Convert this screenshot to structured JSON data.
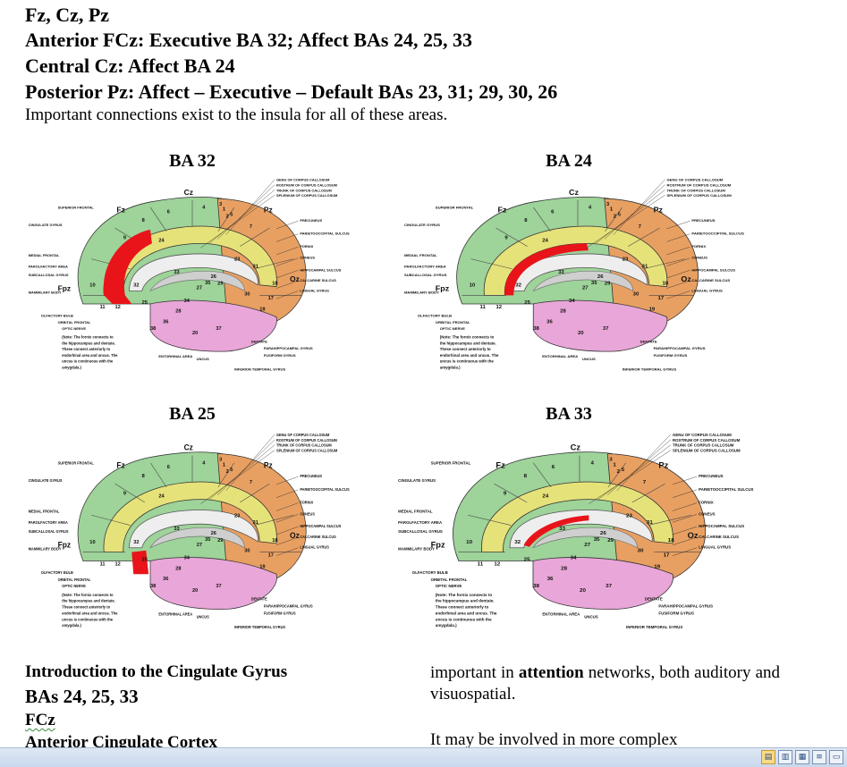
{
  "header": {
    "line1": "Fz, Cz, Pz",
    "line2": "Anterior FCz: Executive BA 32; Affect BAs 24, 25, 33",
    "line3": "Central Cz: Affect BA 24",
    "line4": "Posterior Pz: Affect – Executive – Default  BAs 23, 31; 29, 30, 26",
    "note": "Important connections exist to the insula for all of these areas."
  },
  "figures": [
    {
      "title": "BA 32",
      "highlight": "BA 32"
    },
    {
      "title": "BA 24",
      "highlight": "BA 24"
    },
    {
      "title": "BA 25",
      "highlight": "BA 25"
    },
    {
      "title": "BA 33",
      "highlight": "BA 33"
    }
  ],
  "diagram_labels": {
    "top_right": [
      "GENU OF CORPUS CALLOSUM",
      "ROSTRUM OF CORPUS CALLOSUM",
      "TRUNK OF CORPUS CALLOSUM",
      "SPLENIUM OF CORPUS CALLOSUM"
    ],
    "right": [
      "PRECUNEUS",
      "PARIETOOCCIPITAL SULCUS",
      "FORNIX",
      "CUNEUS",
      "HIPPOCAMPAL SULCUS",
      "CALCARINE SULCUS",
      "LINGUAL GYRUS"
    ],
    "left": [
      "SUPERIOR FRONTAL",
      "CINGULATE GYRUS",
      "MEDIAL FRONTAL",
      "PAROLFACTORY AREA",
      "SUBCALLOSAL GYRUS",
      "MAMMILARY BODY",
      "OLFACTORY BULB",
      "ORBITAL FRONTAL",
      "OPTIC NERVE"
    ],
    "bottom": [
      "ENTORHINAL AREA",
      "UNCUS",
      "DENTATE",
      "PARAHIPPOCAMPAL GYRUS",
      "FUSIFORM GYRUS",
      "INFERIOR TEMPORAL GYRUS"
    ],
    "electrodes": [
      "Fz",
      "Cz",
      "Pz",
      "Fpz",
      "Oz"
    ],
    "numbers": [
      "1",
      "2",
      "3",
      "4",
      "5",
      "6",
      "7",
      "8",
      "9",
      "10",
      "11",
      "12",
      "17",
      "18",
      "19",
      "20",
      "24",
      "25",
      "26",
      "27",
      "28",
      "29",
      "30",
      "31",
      "32",
      "33",
      "34",
      "35",
      "36",
      "37",
      "38"
    ],
    "note": [
      "(Note: The fornix connects to",
      "the hippocampus and dentate.",
      "These connect anteriorly to",
      "endorhinal area and uncus. The",
      "uncus is continuous with the",
      "amygdala.)"
    ]
  },
  "bottom": {
    "left1": "Introduction to the Cingulate Gyrus",
    "left2": "BAs 24, 25, 33",
    "left3": "FCz",
    "left4": "Anterior Cingulate Cortex",
    "right1a": "important in ",
    "right1b": "attention",
    "right1c": " networks, both auditory and visuospatial.",
    "right2": "It may be involved in more complex"
  },
  "colors": {
    "frontal_green": "#9ed39a",
    "cingulate_yellow": "#e6e27a",
    "parietal_orange": "#e8a062",
    "temporal_pink": "#e9a6d8",
    "highlight_red": "#e8141a",
    "grid_blue": "#5a7fb5"
  }
}
